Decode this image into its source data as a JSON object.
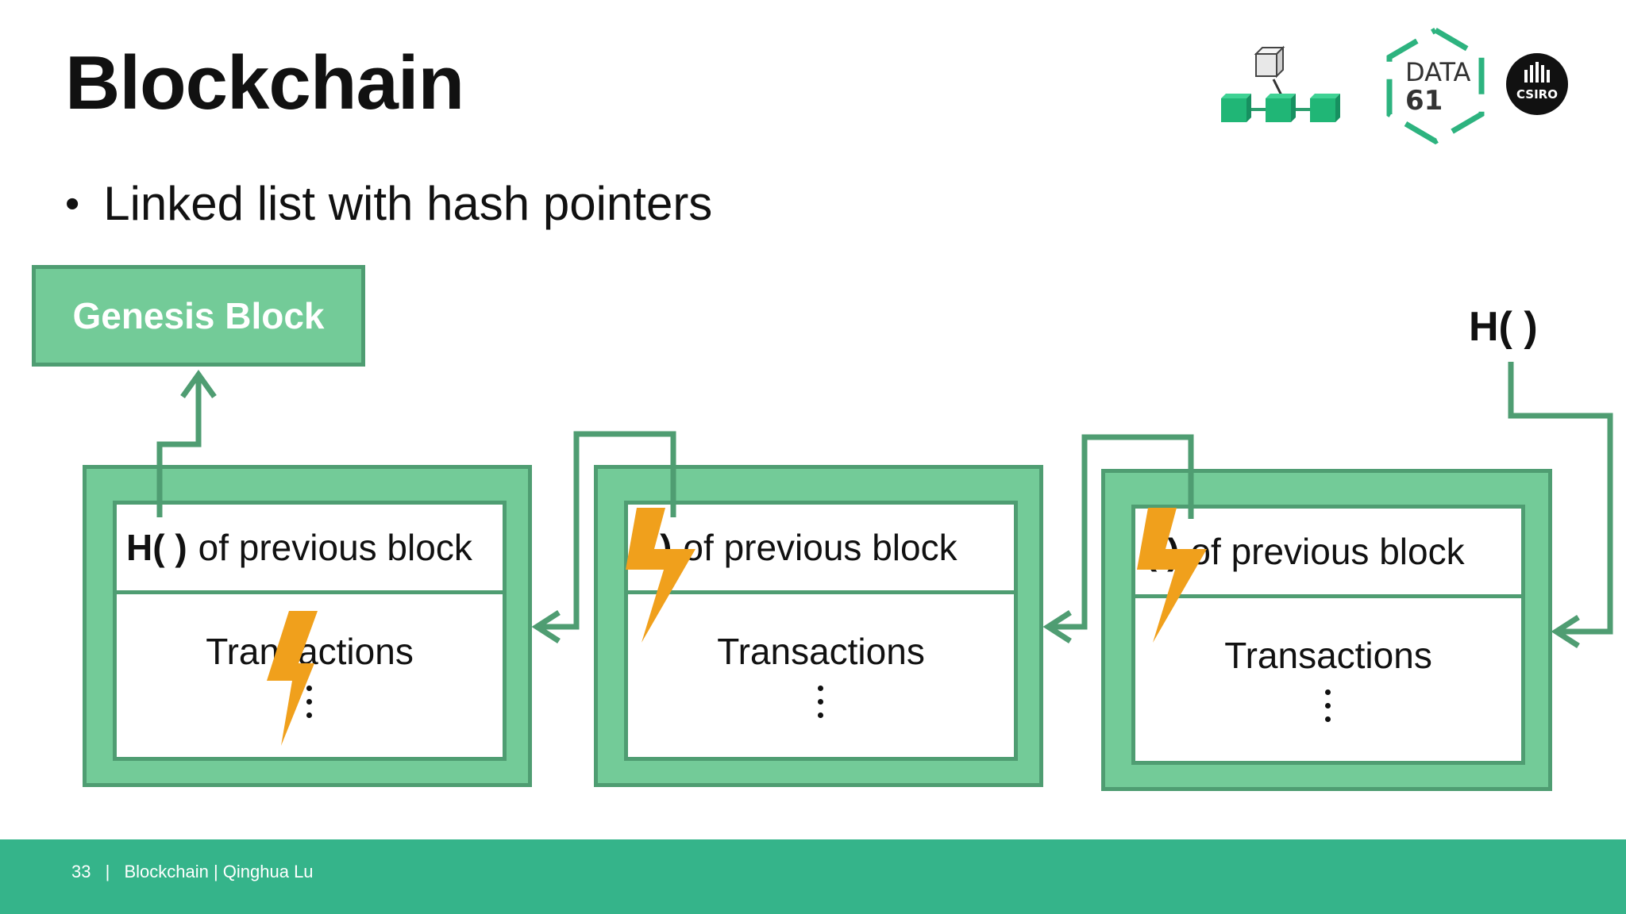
{
  "slide": {
    "title": "Blockchain",
    "bullet": "Linked list with hash pointers"
  },
  "diagram": {
    "genesis_label": "Genesis Block",
    "head_hash_label": "H( )",
    "blocks": [
      {
        "hash_label": "H( )",
        "header_text": "of previous block",
        "body_text": "Transactions"
      },
      {
        "hash_label": "( )",
        "header_text": "of previous block",
        "body_text": "Transactions"
      },
      {
        "hash_label": "( )",
        "header_text": "of previous block",
        "body_text": "Transactions"
      }
    ]
  },
  "logos": {
    "data61_line1": "DATA",
    "data61_line2": "61",
    "csiro": "CSIRO"
  },
  "footer": {
    "page_number": "33",
    "separator": "|",
    "text": "Blockchain | Qinghua Lu"
  },
  "colors": {
    "block_fill": "#73cb98",
    "block_border": "#4f9d72",
    "footer": "#35b48a",
    "lightning": "#f0a01c"
  }
}
